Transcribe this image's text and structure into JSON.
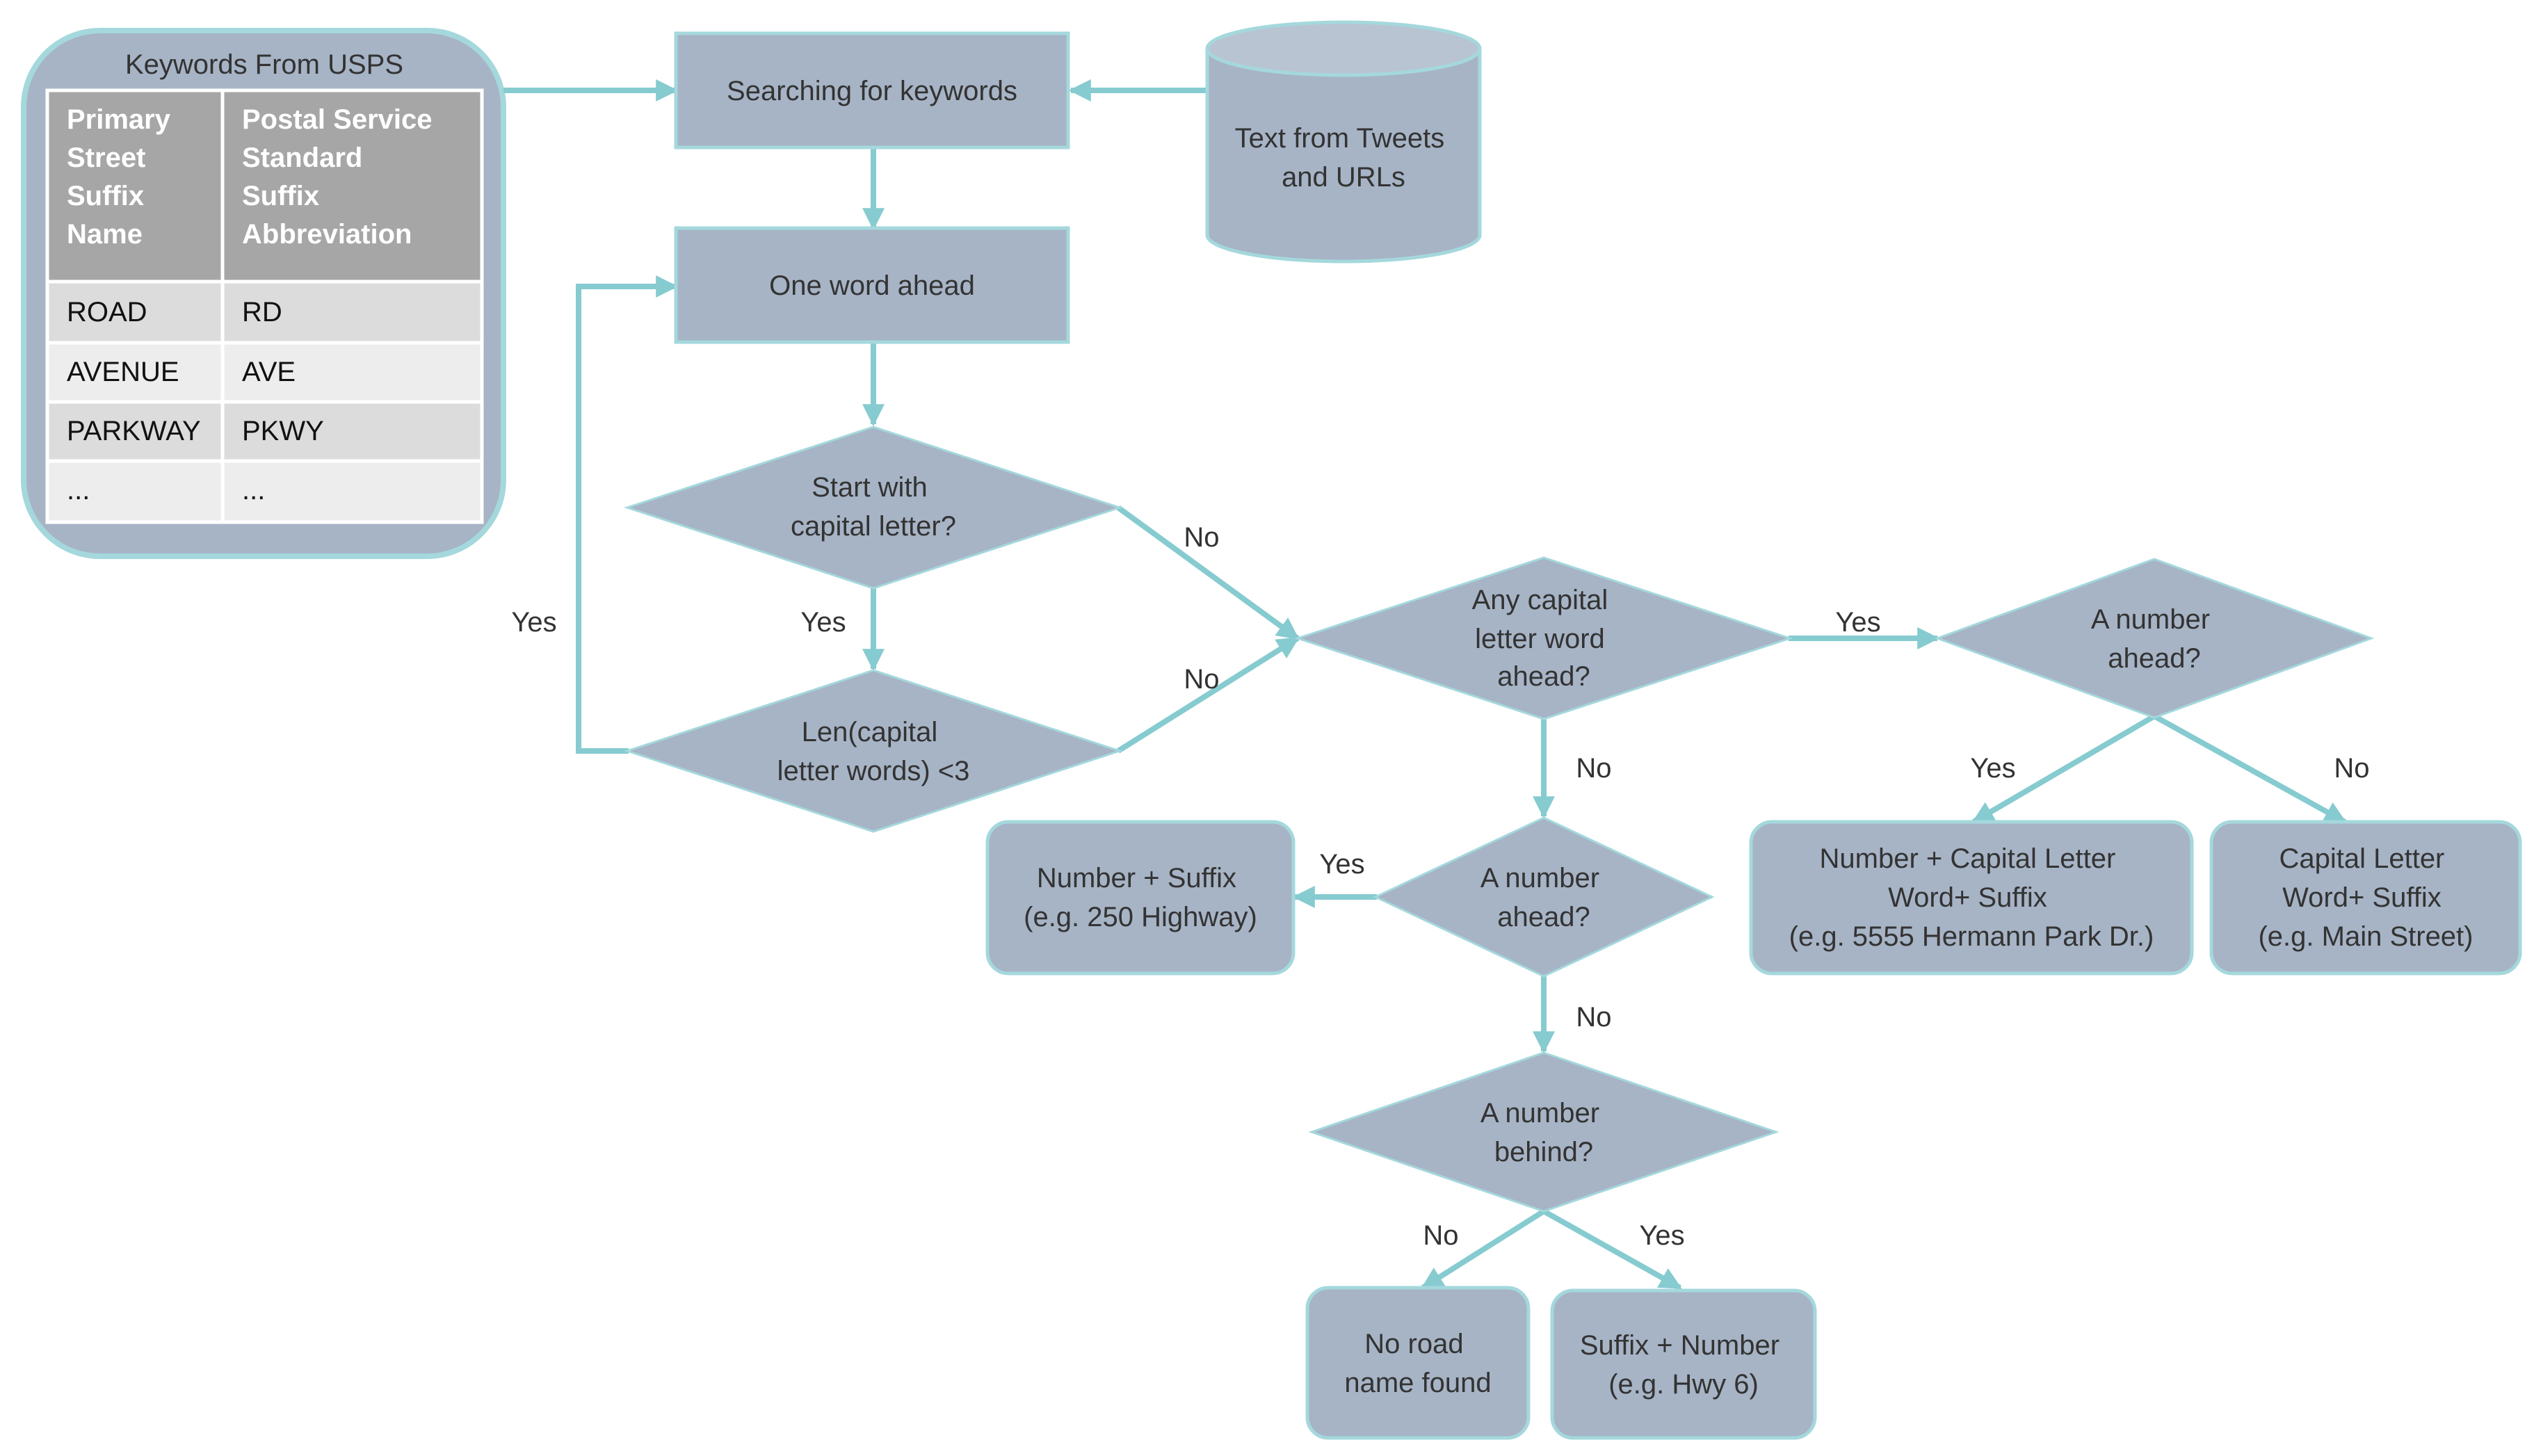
{
  "colors": {
    "node_fill": "#a7b4c6",
    "node_stroke": "#a4d8dc",
    "arrow": "#86cbd0",
    "table_header": "#a6a6a6",
    "table_row_dark": "#dcdcdc",
    "table_row_light": "#ededed"
  },
  "keywords_panel": {
    "title": "Keywords From USPS",
    "table": {
      "headers": [
        [
          "Primary",
          "Street",
          "Suffix",
          "Name"
        ],
        [
          "Postal Service",
          "Standard",
          "Suffix",
          "Abbreviation"
        ]
      ],
      "rows": [
        [
          "ROAD",
          "RD"
        ],
        [
          "AVENUE",
          "AVE"
        ],
        [
          "PARKWAY",
          "PKWY"
        ],
        [
          "...",
          "..."
        ]
      ]
    }
  },
  "nodes": {
    "search": {
      "lines": [
        "Searching for keywords"
      ]
    },
    "source": {
      "lines": [
        "Text from Tweets",
        "and URLs"
      ]
    },
    "one_word": {
      "lines": [
        "One word ahead"
      ]
    },
    "start_cap": {
      "lines": [
        "Start with",
        "capital letter?"
      ]
    },
    "len_cap": {
      "lines": [
        "Len(capital",
        "letter words) <3"
      ]
    },
    "any_cap": {
      "lines": [
        "Any capital",
        "letter word",
        "ahead?"
      ]
    },
    "num_ahead_right": {
      "lines": [
        "A number",
        "ahead?"
      ]
    },
    "num_ahead_mid": {
      "lines": [
        "A number",
        "ahead?"
      ]
    },
    "num_behind": {
      "lines": [
        "A number",
        "behind?"
      ]
    },
    "res_num_suffix": {
      "lines": [
        "Number + Suffix",
        "(e.g. 250 Highway)"
      ]
    },
    "res_num_cap": {
      "lines": [
        "Number + Capital Letter",
        "Word+ Suffix",
        "(e.g. 5555 Hermann Park Dr.)"
      ]
    },
    "res_cap": {
      "lines": [
        "Capital Letter",
        "Word+ Suffix",
        "(e.g. Main Street)"
      ]
    },
    "res_none": {
      "lines": [
        "No road",
        "name found"
      ]
    },
    "res_suffix_num": {
      "lines": [
        "Suffix + Number",
        "(e.g. Hwy 6)"
      ]
    }
  },
  "edge_labels": {
    "start_no": "No",
    "start_yes": "Yes",
    "len_no": "No",
    "len_yes": "Yes",
    "any_yes": "Yes",
    "any_no": "No",
    "right_yes": "Yes",
    "right_no": "No",
    "mid_yes": "Yes",
    "mid_no": "No",
    "behind_no": "No",
    "behind_yes": "Yes"
  }
}
